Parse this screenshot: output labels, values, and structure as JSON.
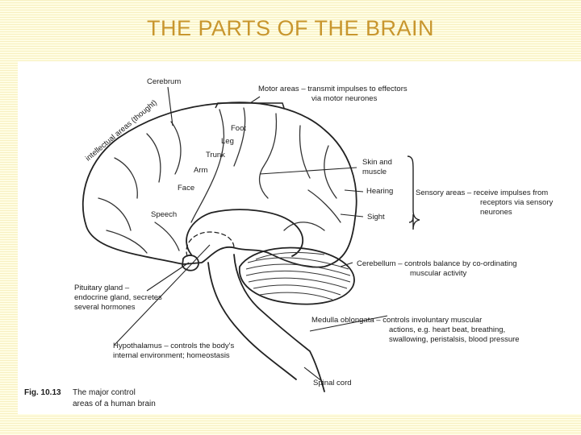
{
  "slide": {
    "title": "THE PARTS OF THE BRAIN"
  },
  "labels": {
    "cerebrum": "Cerebrum",
    "motor_line1": "Motor areas – transmit impulses to effectors",
    "motor_line2": "via motor neurones",
    "foot": "Foot",
    "leg": "Leg",
    "trunk": "Trunk",
    "arm": "Arm",
    "face": "Face",
    "speech": "Speech",
    "intellectual": "intellectual areas (thought)",
    "skin_line1": "Skin and",
    "skin_line2": "muscle",
    "hearing": "Hearing",
    "sight": "Sight",
    "sensory_line1": "Sensory areas – receive impulses from",
    "sensory_line2": "receptors via sensory",
    "sensory_line3": "neurones",
    "cerebellum_line1": "Cerebellum – controls balance by co-ordinating",
    "cerebellum_line2": "muscular activity",
    "pituitary_line1": "Pituitary gland –",
    "pituitary_line2": "endocrine gland, secretes",
    "pituitary_line3": "several hormones",
    "medulla_line1": "Medulla oblongata – controls involuntary muscular",
    "medulla_line2": "actions, e.g. heart beat, breathing,",
    "medulla_line3": "swallowing, peristalsis, blood pressure",
    "hypothalamus_line1": "Hypothalamus – controls the body's",
    "hypothalamus_line2": "internal environment; homeostasis",
    "spinal_cord": "Spinal cord"
  },
  "caption": {
    "fig_number": "Fig. 10.13",
    "line1": "The major control",
    "line2": "areas of a human brain"
  },
  "colors": {
    "title": "#c8962e",
    "background": "#fffde0",
    "ink": "#1b1b1b"
  }
}
